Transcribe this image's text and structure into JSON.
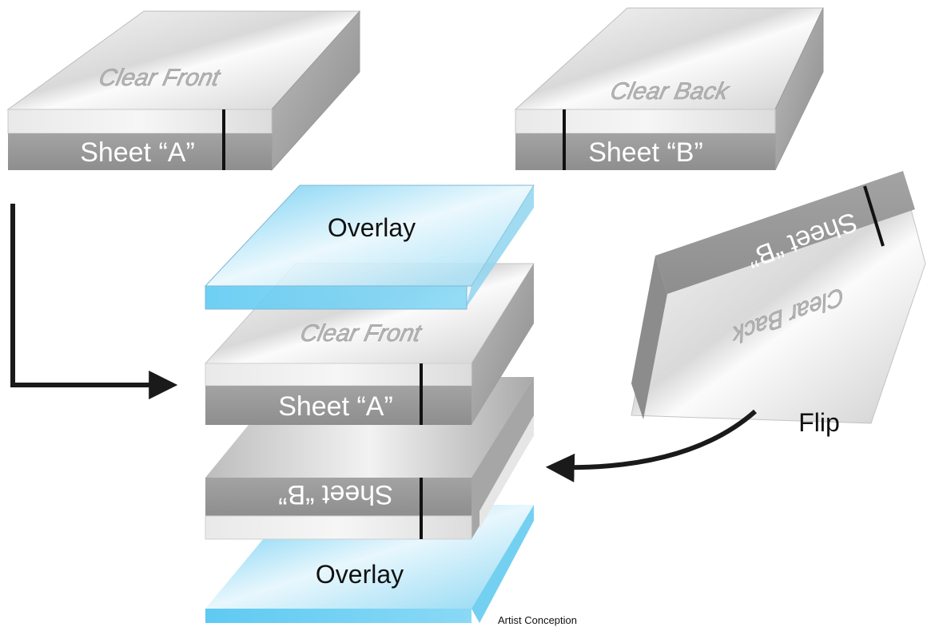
{
  "sheet_a": {
    "top_text": "Clear Front",
    "side_label": "Sheet “A”"
  },
  "sheet_b": {
    "top_text": "Clear Back",
    "side_label": "Sheet “B”"
  },
  "flipped_sheet_b": {
    "top_text": "Clear Back",
    "side_label": "Sheet “B”"
  },
  "stack": {
    "top_overlay_label": "Overlay",
    "sheet_a_top_text": "Clear Front",
    "sheet_a_label": "Sheet “A”",
    "sheet_b_label": "Sheet “B”",
    "bottom_overlay_label": "Overlay"
  },
  "flip_label": "Flip",
  "caption": "Artist Conception",
  "colors": {
    "sheet_gray": "#9a9a9a",
    "sheet_light": "#e8e8e8",
    "overlay_blue": "#6fcff0",
    "arrow": "#1a1a1a"
  }
}
